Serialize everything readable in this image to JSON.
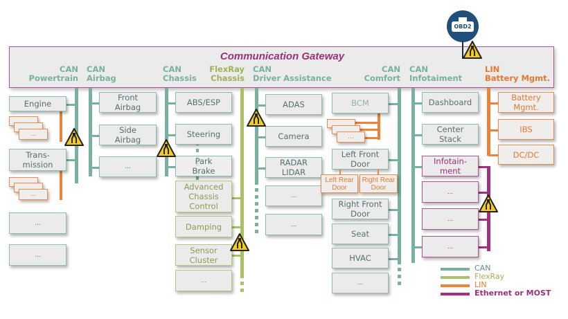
{
  "gateway": {
    "title": "Communication Gateway"
  },
  "obd": {
    "label": "OBD2"
  },
  "buses": {
    "powertrain": "CAN\nPowertrain",
    "airbag": "CAN\nAirbag",
    "chassis": "CAN\nChassis",
    "flexray": "FlexRay\nChassis",
    "driver": "CAN\nDriver Assistance",
    "comfort": "CAN\nComfort",
    "infotainment": "CAN\nInfotaiment",
    "lin": "LIN\nBattery Mgmt."
  },
  "ecus": {
    "engine": "Engine",
    "transmission": "Trans-\nmission",
    "more": "...",
    "front_airbag": "Front\nAirbag",
    "side_airbag": "Side\nAirbag",
    "abs": "ABS/ESP",
    "steering": "Steering",
    "park_brake": "Park\nBrake",
    "adv_chassis": "Advanced\nChassis\nControl",
    "damping": "Damping",
    "sensor_cluster": "Sensor\nCluster",
    "adas": "ADAS",
    "camera": "Camera",
    "radar": "RADAR\nLIDAR",
    "bcm": "BCM",
    "left_front_door": "Left Front\nDoor",
    "left_rear_door": "Left Rear\nDoor",
    "right_rear_door": "Right Rear\nDoor",
    "right_front_door": "Right Front\nDoor",
    "seat": "Seat",
    "hvac": "HVAC",
    "dashboard": "Dashboard",
    "center_stack": "Center\nStack",
    "infotainment": "Infotain-\nment",
    "battery_mgmt": "Battery\nMgmt.",
    "ibs": "IBS",
    "dcdc": "DC/DC"
  },
  "legend": [
    {
      "label": "CAN",
      "color": "#78b0a2"
    },
    {
      "label": "FlexRay",
      "color": "#a9c267"
    },
    {
      "label": "LIN",
      "color": "#ec8339"
    },
    {
      "label": "Ethernet or MOST",
      "color": "#a3317d"
    }
  ],
  "warning_icon": "warning-narrowing-road-icon"
}
